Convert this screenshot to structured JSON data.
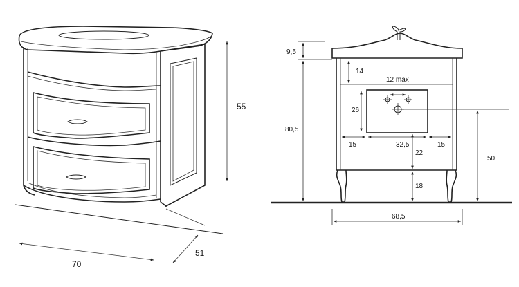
{
  "perspective_view": {
    "height_label": "55",
    "width_label": "70",
    "depth_label": "51"
  },
  "front_view": {
    "top_thickness_label": "9,5",
    "total_height_label": "80,5",
    "inner_top_label": "14",
    "max_label": "12 max",
    "opening_height_label": "26",
    "left_margin_label": "15",
    "opening_width_label": "32,5",
    "right_margin_label": "15",
    "opening_to_bottom_label": "22",
    "leg_height_label": "18",
    "drain_height_label": "50",
    "base_width_label": "68,5"
  }
}
